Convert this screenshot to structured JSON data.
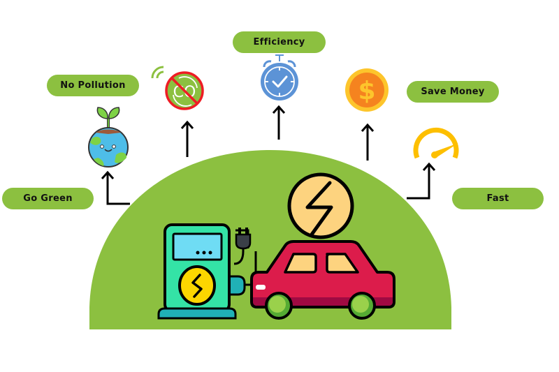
{
  "diagram": {
    "title": "Electric Vehicle Benefits",
    "colors": {
      "accent_green": "#8cc040",
      "arrow": "#000000",
      "car_body": "#dc1c4b",
      "charger_body": "#34e3a6",
      "charger_screen": "#6fdcf4",
      "bolt_badge": "#fdd37f",
      "coin": "#f5831f",
      "speedometer": "#fdbf00",
      "clock": "#5c93d6",
      "no_sign": "#ee1c24"
    },
    "benefits": [
      {
        "label": "Go Green",
        "icon": "earth-sprout-icon"
      },
      {
        "label": "No Pollution",
        "icon": "no-co2-icon"
      },
      {
        "label": "Efficiency",
        "icon": "alarm-clock-check-icon"
      },
      {
        "label": "Save Money",
        "icon": "dollar-coin-icon"
      },
      {
        "label": "Fast",
        "icon": "speedometer-icon"
      }
    ],
    "center": {
      "icons": [
        "charging-station-icon",
        "electric-car-icon",
        "lightning-bolt-icon"
      ],
      "co2_text": "CO"
    }
  }
}
